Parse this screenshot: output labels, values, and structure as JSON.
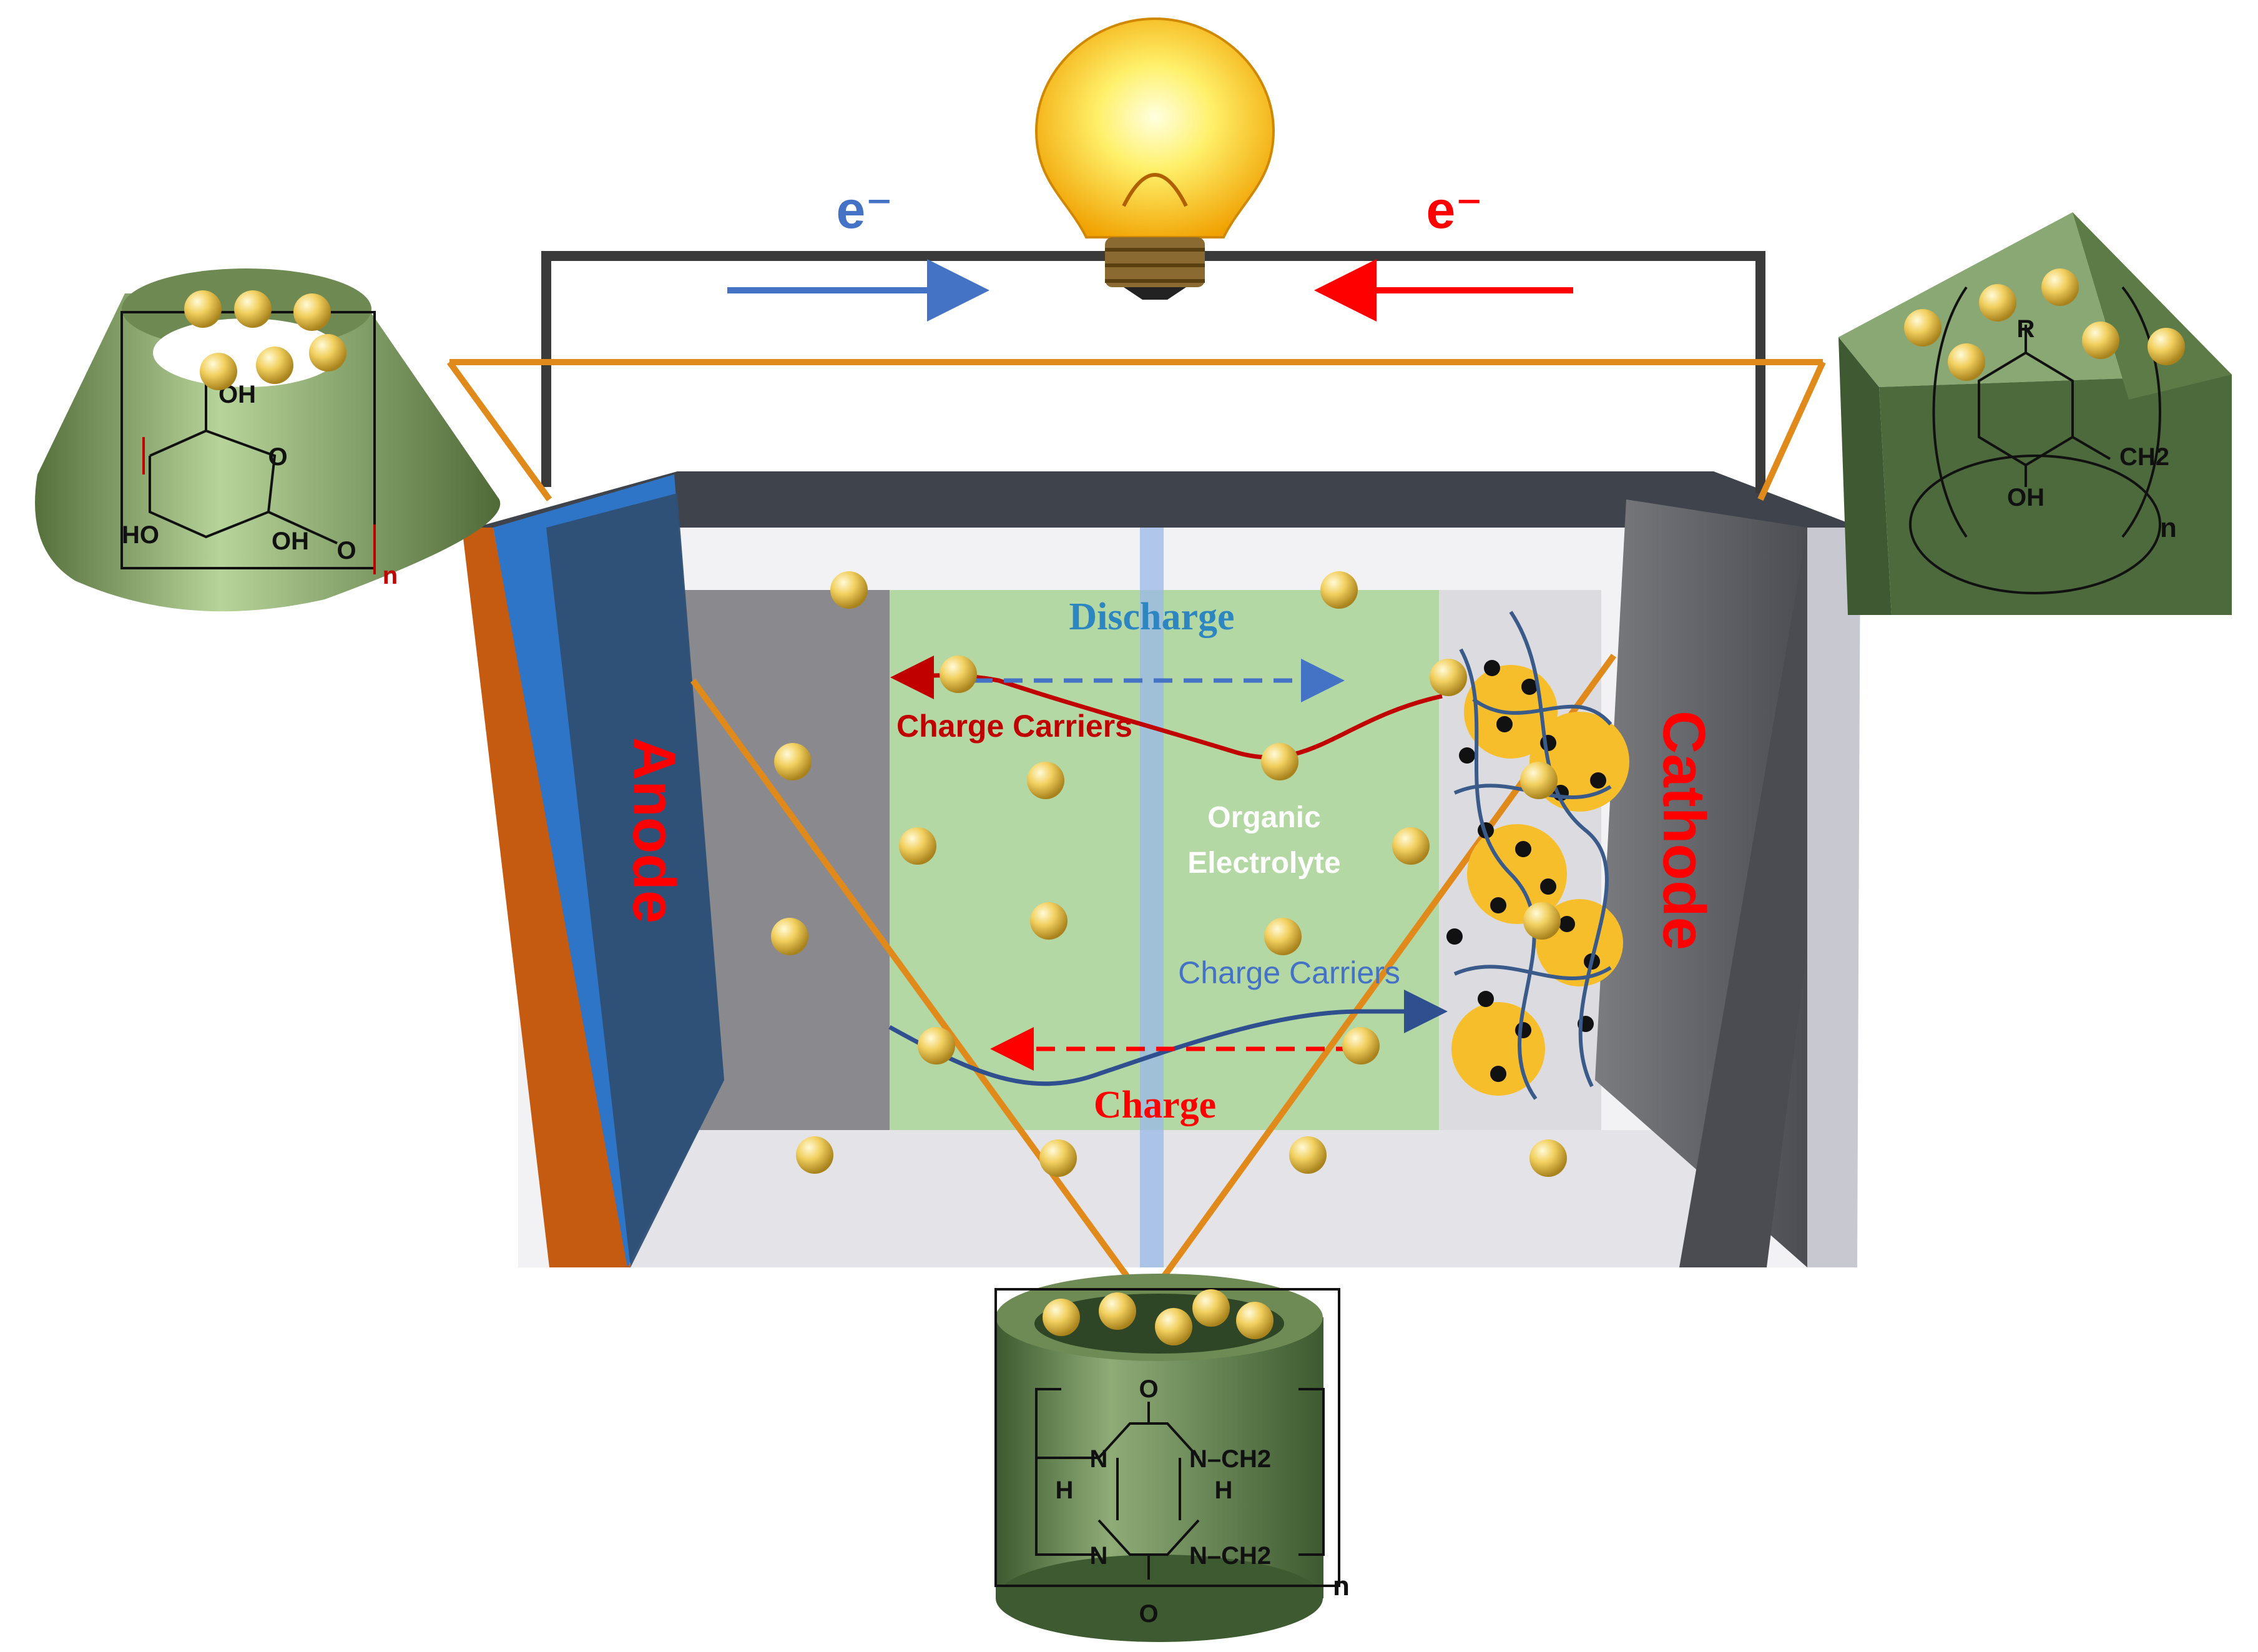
{
  "circuit": {
    "electron_left": "e⁻",
    "electron_right": "e⁻",
    "colors": {
      "wire": "#3a3a3a",
      "left_arrow": "#4472c4",
      "right_arrow": "#ff0000"
    }
  },
  "cell": {
    "anode_label": "Anode",
    "cathode_label": "Cathode",
    "electrolyte_label_line1": "Organic",
    "electrolyte_label_line2": "Electrolyte",
    "discharge_label": "Discharge",
    "charge_label": "Charge",
    "carriers_top_label": "Charge Carriers",
    "carriers_bottom_label": "Charge Carriers",
    "colors": {
      "anode": "#2e75c8",
      "anode_edge": "#c55a11",
      "electrolyte": "#b4d8a4",
      "discharge_text": "#2e86c1",
      "charge_text": "#ff0000",
      "carriers_top_text": "#c00000",
      "carriers_bottom_text": "#4472c4",
      "electrode_label": "#ff0000",
      "funnel_lines": "#e08a1c"
    }
  },
  "left_molecule": {
    "icon": "cyclodextrin-cone-icon",
    "labels": {
      "oh_top": "OH",
      "ring_o": "O",
      "ho": "HO",
      "oh_bottom": "OH",
      "link_o": "O",
      "n": "n"
    }
  },
  "right_molecule": {
    "icon": "phenolic-resin-prism-icon",
    "labels": {
      "r": "R",
      "ch2": "CH2",
      "oh": "OH",
      "n": "n"
    }
  },
  "bottom_molecule": {
    "icon": "cucurbituril-cylinder-icon",
    "labels": {
      "o_top": "O",
      "n_tl": "N",
      "n_tr": "N",
      "ch2_top": "N–CH2",
      "h_left": "H",
      "h_right": "H",
      "n_bl": "N",
      "ch2_bottom": "N–CH2",
      "o_bottom": "O",
      "n": "n"
    }
  }
}
